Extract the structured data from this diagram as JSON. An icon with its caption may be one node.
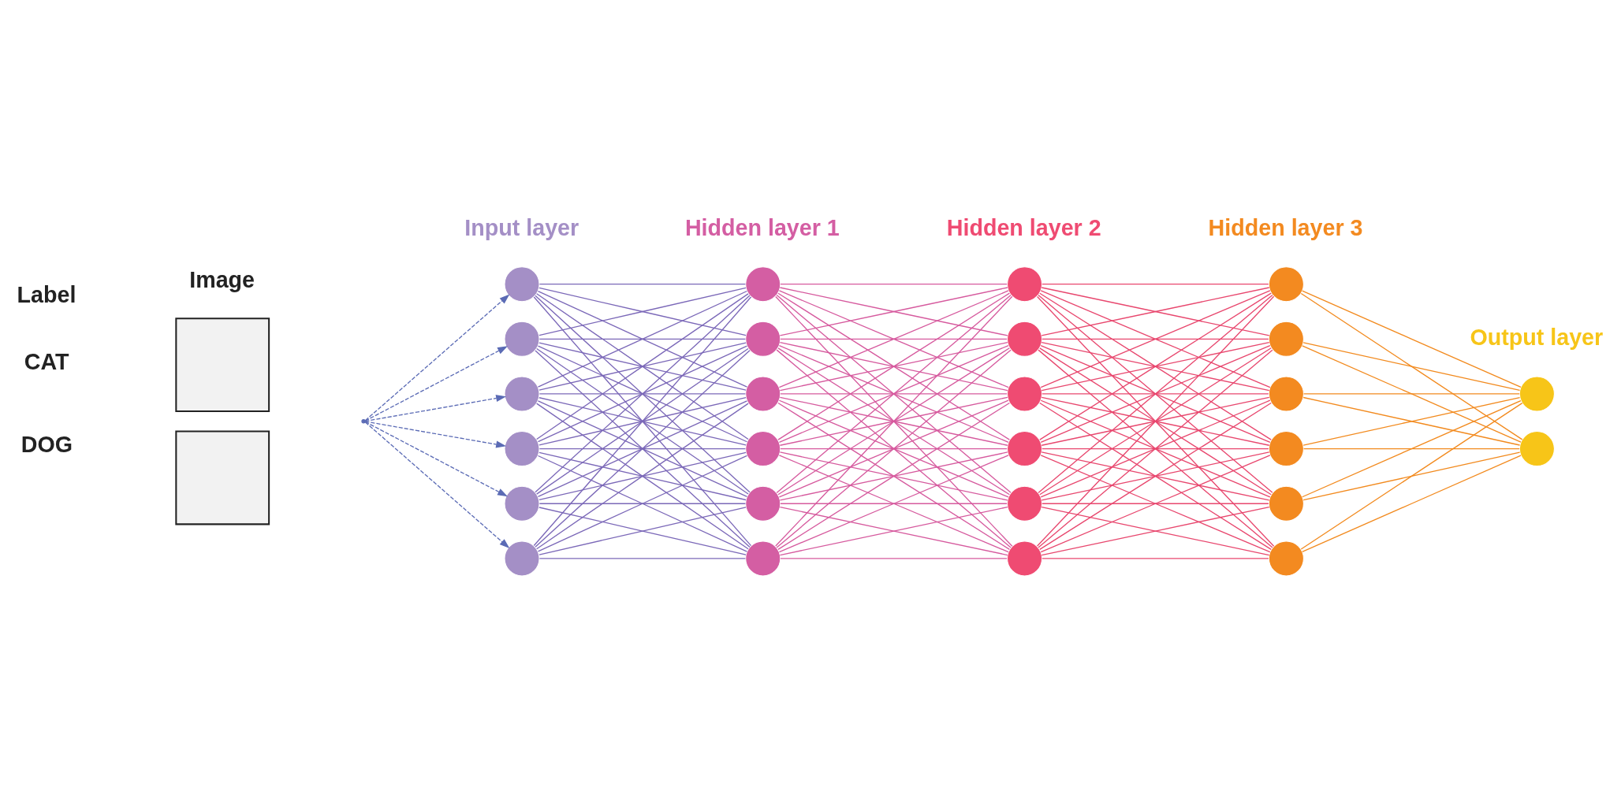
{
  "diagram": {
    "nodes": [
      {
        "text": [],
        "shape": "box"
      },
      {
        "text": [],
        "shape": "box"
      },
      {
        "text": [],
        "shape": "circle"
      },
      {
        "text": [],
        "shape": "circle"
      },
      {
        "text": [],
        "shape": "circle"
      },
      {
        "text": [],
        "shape": "circle"
      },
      {
        "text": [],
        "shape": "circle"
      },
      {
        "text": [],
        "shape": "circle"
      },
      {
        "text": [],
        "shape": "circle"
      },
      {
        "text": [],
        "shape": "circle"
      },
      {
        "text": [],
        "shape": "circle"
      },
      {
        "text": [],
        "shape": "circle"
      },
      {
        "text": [],
        "shape": "circle"
      },
      {
        "text": [],
        "shape": "circle"
      },
      {
        "text": [],
        "shape": "circle"
      },
      {
        "text": [],
        "shape": "circle"
      },
      {
        "text": [],
        "shape": "circle"
      },
      {
        "text": [],
        "shape": "circle"
      },
      {
        "text": [],
        "shape": "circle"
      },
      {
        "text": [],
        "shape": "circle"
      },
      {
        "text": [],
        "shape": "circle"
      },
      {
        "text": [],
        "shape": "circle"
      },
      {
        "text": [],
        "shape": "circle"
      },
      {
        "text": [],
        "shape": "circle"
      },
      {
        "text": [],
        "shape": "circle"
      },
      {
        "text": [],
        "shape": "circle"
      },
      {
        "text": [],
        "shape": "circle"
      },
      {
        "text": [],
        "shape": "circle"
      },
      {
        "text": [],
        "shape": "point"
      }
    ],
    "edges": [
      {
        "from": 28,
        "to": 2,
        "arrow": "to",
        "style": "dashed",
        "color": "#5b6bb5"
      },
      {
        "from": 28,
        "to": 3,
        "arrow": "to",
        "style": "dashed",
        "color": "#5b6bb5"
      },
      {
        "from": 28,
        "to": 4,
        "arrow": "to",
        "style": "dashed",
        "color": "#5b6bb5"
      },
      {
        "from": 28,
        "to": 5,
        "arrow": "to",
        "style": "dashed",
        "color": "#5b6bb5"
      },
      {
        "from": 28,
        "to": 6,
        "arrow": "to",
        "style": "dashed",
        "color": "#5b6bb5"
      },
      {
        "from": 28,
        "to": 7,
        "arrow": "to",
        "style": "dashed",
        "color": "#5b6bb5"
      },
      {
        "from": 2,
        "to": 8,
        "arrow": "none",
        "color": "#7b68b8"
      },
      {
        "from": 2,
        "to": 9,
        "arrow": "none",
        "color": "#7b68b8"
      },
      {
        "from": 2,
        "to": 10,
        "arrow": "none",
        "color": "#7b68b8"
      },
      {
        "from": 2,
        "to": 11,
        "arrow": "none",
        "color": "#7b68b8"
      },
      {
        "from": 2,
        "to": 12,
        "arrow": "none",
        "color": "#7b68b8"
      },
      {
        "from": 2,
        "to": 13,
        "arrow": "none",
        "color": "#7b68b8"
      },
      {
        "from": 3,
        "to": 8,
        "arrow": "none",
        "color": "#7b68b8"
      },
      {
        "from": 3,
        "to": 9,
        "arrow": "none",
        "color": "#7b68b8"
      },
      {
        "from": 3,
        "to": 10,
        "arrow": "none",
        "color": "#7b68b8"
      },
      {
        "from": 3,
        "to": 11,
        "arrow": "none",
        "color": "#7b68b8"
      },
      {
        "from": 3,
        "to": 12,
        "arrow": "none",
        "color": "#7b68b8"
      },
      {
        "from": 3,
        "to": 13,
        "arrow": "none",
        "color": "#7b68b8"
      },
      {
        "from": 4,
        "to": 8,
        "arrow": "none",
        "color": "#7b68b8"
      },
      {
        "from": 4,
        "to": 9,
        "arrow": "none",
        "color": "#7b68b8"
      },
      {
        "from": 4,
        "to": 10,
        "arrow": "none",
        "color": "#7b68b8"
      },
      {
        "from": 4,
        "to": 11,
        "arrow": "none",
        "color": "#7b68b8"
      },
      {
        "from": 4,
        "to": 12,
        "arrow": "none",
        "color": "#7b68b8"
      },
      {
        "from": 4,
        "to": 13,
        "arrow": "none",
        "color": "#7b68b8"
      },
      {
        "from": 5,
        "to": 8,
        "arrow": "none",
        "color": "#7b68b8"
      },
      {
        "from": 5,
        "to": 9,
        "arrow": "none",
        "color": "#7b68b8"
      },
      {
        "from": 5,
        "to": 10,
        "arrow": "none",
        "color": "#7b68b8"
      },
      {
        "from": 5,
        "to": 11,
        "arrow": "none",
        "color": "#7b68b8"
      },
      {
        "from": 5,
        "to": 12,
        "arrow": "none",
        "color": "#7b68b8"
      },
      {
        "from": 5,
        "to": 13,
        "arrow": "none",
        "color": "#7b68b8"
      },
      {
        "from": 6,
        "to": 8,
        "arrow": "none",
        "color": "#7b68b8"
      },
      {
        "from": 6,
        "to": 9,
        "arrow": "none",
        "color": "#7b68b8"
      },
      {
        "from": 6,
        "to": 10,
        "arrow": "none",
        "color": "#7b68b8"
      },
      {
        "from": 6,
        "to": 11,
        "arrow": "none",
        "color": "#7b68b8"
      },
      {
        "from": 6,
        "to": 12,
        "arrow": "none",
        "color": "#7b68b8"
      },
      {
        "from": 6,
        "to": 13,
        "arrow": "none",
        "color": "#7b68b8"
      },
      {
        "from": 7,
        "to": 8,
        "arrow": "none",
        "color": "#7b68b8"
      },
      {
        "from": 7,
        "to": 9,
        "arrow": "none",
        "color": "#7b68b8"
      },
      {
        "from": 7,
        "to": 10,
        "arrow": "none",
        "color": "#7b68b8"
      },
      {
        "from": 7,
        "to": 11,
        "arrow": "none",
        "color": "#7b68b8"
      },
      {
        "from": 7,
        "to": 12,
        "arrow": "none",
        "color": "#7b68b8"
      },
      {
        "from": 7,
        "to": 13,
        "arrow": "none",
        "color": "#7b68b8"
      },
      {
        "from": 8,
        "to": 14,
        "arrow": "none",
        "color": "#d65a9e"
      },
      {
        "from": 8,
        "to": 15,
        "arrow": "none",
        "color": "#d65a9e"
      },
      {
        "from": 8,
        "to": 16,
        "arrow": "none",
        "color": "#d65a9e"
      },
      {
        "from": 8,
        "to": 17,
        "arrow": "none",
        "color": "#d65a9e"
      },
      {
        "from": 8,
        "to": 18,
        "arrow": "none",
        "color": "#d65a9e"
      },
      {
        "from": 8,
        "to": 19,
        "arrow": "none",
        "color": "#d65a9e"
      },
      {
        "from": 9,
        "to": 14,
        "arrow": "none",
        "color": "#d65a9e"
      },
      {
        "from": 9,
        "to": 15,
        "arrow": "none",
        "color": "#d65a9e"
      },
      {
        "from": 9,
        "to": 16,
        "arrow": "none",
        "color": "#d65a9e"
      },
      {
        "from": 9,
        "to": 17,
        "arrow": "none",
        "color": "#d65a9e"
      },
      {
        "from": 9,
        "to": 18,
        "arrow": "none",
        "color": "#d65a9e"
      },
      {
        "from": 9,
        "to": 19,
        "arrow": "none",
        "color": "#d65a9e"
      },
      {
        "from": 10,
        "to": 14,
        "arrow": "none",
        "color": "#d65a9e"
      },
      {
        "from": 10,
        "to": 15,
        "arrow": "none",
        "color": "#d65a9e"
      },
      {
        "from": 10,
        "to": 16,
        "arrow": "none",
        "color": "#d65a9e"
      },
      {
        "from": 10,
        "to": 17,
        "arrow": "none",
        "color": "#d65a9e"
      },
      {
        "from": 10,
        "to": 18,
        "arrow": "none",
        "color": "#d65a9e"
      },
      {
        "from": 10,
        "to": 19,
        "arrow": "none",
        "color": "#d65a9e"
      },
      {
        "from": 11,
        "to": 14,
        "arrow": "none",
        "color": "#d65a9e"
      },
      {
        "from": 11,
        "to": 15,
        "arrow": "none",
        "color": "#d65a9e"
      },
      {
        "from": 11,
        "to": 16,
        "arrow": "none",
        "color": "#d65a9e"
      },
      {
        "from": 11,
        "to": 17,
        "arrow": "none",
        "color": "#d65a9e"
      },
      {
        "from": 11,
        "to": 18,
        "arrow": "none",
        "color": "#d65a9e"
      },
      {
        "from": 11,
        "to": 19,
        "arrow": "none",
        "color": "#d65a9e"
      },
      {
        "from": 12,
        "to": 14,
        "arrow": "none",
        "color": "#d65a9e"
      },
      {
        "from": 12,
        "to": 15,
        "arrow": "none",
        "color": "#d65a9e"
      },
      {
        "from": 12,
        "to": 16,
        "arrow": "none",
        "color": "#d65a9e"
      },
      {
        "from": 12,
        "to": 17,
        "arrow": "none",
        "color": "#d65a9e"
      },
      {
        "from": 12,
        "to": 18,
        "arrow": "none",
        "color": "#d65a9e"
      },
      {
        "from": 12,
        "to": 19,
        "arrow": "none",
        "color": "#d65a9e"
      },
      {
        "from": 13,
        "to": 14,
        "arrow": "none",
        "color": "#d65a9e"
      },
      {
        "from": 13,
        "to": 15,
        "arrow": "none",
        "color": "#d65a9e"
      },
      {
        "from": 13,
        "to": 16,
        "arrow": "none",
        "color": "#d65a9e"
      },
      {
        "from": 13,
        "to": 17,
        "arrow": "none",
        "color": "#d65a9e"
      },
      {
        "from": 13,
        "to": 18,
        "arrow": "none",
        "color": "#d65a9e"
      },
      {
        "from": 13,
        "to": 19,
        "arrow": "none",
        "color": "#d65a9e"
      },
      {
        "from": 14,
        "to": 20,
        "arrow": "none",
        "color": "#e8476e"
      },
      {
        "from": 14,
        "to": 21,
        "arrow": "none",
        "color": "#e8476e"
      },
      {
        "from": 14,
        "to": 22,
        "arrow": "none",
        "color": "#e8476e"
      },
      {
        "from": 14,
        "to": 23,
        "arrow": "none",
        "color": "#e8476e"
      },
      {
        "from": 14,
        "to": 24,
        "arrow": "none",
        "color": "#e8476e"
      },
      {
        "from": 14,
        "to": 25,
        "arrow": "none",
        "color": "#e8476e"
      },
      {
        "from": 15,
        "to": 20,
        "arrow": "none",
        "color": "#e8476e"
      },
      {
        "from": 15,
        "to": 21,
        "arrow": "none",
        "color": "#e8476e"
      },
      {
        "from": 15,
        "to": 22,
        "arrow": "none",
        "color": "#e8476e"
      },
      {
        "from": 15,
        "to": 23,
        "arrow": "none",
        "color": "#e8476e"
      },
      {
        "from": 15,
        "to": 24,
        "arrow": "none",
        "color": "#e8476e"
      },
      {
        "from": 15,
        "to": 25,
        "arrow": "none",
        "color": "#e8476e"
      },
      {
        "from": 16,
        "to": 20,
        "arrow": "none",
        "color": "#e8476e"
      },
      {
        "from": 16,
        "to": 21,
        "arrow": "none",
        "color": "#e8476e"
      },
      {
        "from": 16,
        "to": 22,
        "arrow": "none",
        "color": "#e8476e"
      },
      {
        "from": 16,
        "to": 23,
        "arrow": "none",
        "color": "#e8476e"
      },
      {
        "from": 16,
        "to": 24,
        "arrow": "none",
        "color": "#e8476e"
      },
      {
        "from": 16,
        "to": 25,
        "arrow": "none",
        "color": "#e8476e"
      },
      {
        "from": 17,
        "to": 20,
        "arrow": "none",
        "color": "#e8476e"
      },
      {
        "from": 17,
        "to": 21,
        "arrow": "none",
        "color": "#e8476e"
      },
      {
        "from": 17,
        "to": 22,
        "arrow": "none",
        "color": "#e8476e"
      },
      {
        "from": 17,
        "to": 23,
        "arrow": "none",
        "color": "#e8476e"
      },
      {
        "from": 17,
        "to": 24,
        "arrow": "none",
        "color": "#e8476e"
      },
      {
        "from": 17,
        "to": 25,
        "arrow": "none",
        "color": "#e8476e"
      },
      {
        "from": 18,
        "to": 20,
        "arrow": "none",
        "color": "#e8476e"
      },
      {
        "from": 18,
        "to": 21,
        "arrow": "none",
        "color": "#e8476e"
      },
      {
        "from": 18,
        "to": 22,
        "arrow": "none",
        "color": "#e8476e"
      },
      {
        "from": 18,
        "to": 23,
        "arrow": "none",
        "color": "#e8476e"
      },
      {
        "from": 18,
        "to": 24,
        "arrow": "none",
        "color": "#e8476e"
      },
      {
        "from": 18,
        "to": 25,
        "arrow": "none",
        "color": "#e8476e"
      },
      {
        "from": 19,
        "to": 20,
        "arrow": "none",
        "color": "#e8476e"
      },
      {
        "from": 19,
        "to": 21,
        "arrow": "none",
        "color": "#e8476e"
      },
      {
        "from": 19,
        "to": 22,
        "arrow": "none",
        "color": "#e8476e"
      },
      {
        "from": 19,
        "to": 23,
        "arrow": "none",
        "color": "#e8476e"
      },
      {
        "from": 19,
        "to": 24,
        "arrow": "none",
        "color": "#e8476e"
      },
      {
        "from": 19,
        "to": 25,
        "arrow": "none",
        "color": "#e8476e"
      },
      {
        "from": 20,
        "to": 26,
        "arrow": "none",
        "color": "#f28a1e"
      },
      {
        "from": 20,
        "to": 27,
        "arrow": "none",
        "color": "#f28a1e"
      },
      {
        "from": 21,
        "to": 26,
        "arrow": "none",
        "color": "#f28a1e"
      },
      {
        "from": 21,
        "to": 27,
        "arrow": "none",
        "color": "#f28a1e"
      },
      {
        "from": 22,
        "to": 26,
        "arrow": "none",
        "color": "#f28a1e"
      },
      {
        "from": 22,
        "to": 27,
        "arrow": "none",
        "color": "#f28a1e"
      },
      {
        "from": 23,
        "to": 26,
        "arrow": "none",
        "color": "#f28a1e"
      },
      {
        "from": 23,
        "to": 27,
        "arrow": "none",
        "color": "#f28a1e"
      },
      {
        "from": 24,
        "to": 26,
        "arrow": "none",
        "color": "#f28a1e"
      },
      {
        "from": 24,
        "to": 27,
        "arrow": "none",
        "color": "#f28a1e"
      },
      {
        "from": 25,
        "to": 26,
        "arrow": "none",
        "color": "#f28a1e"
      },
      {
        "from": 25,
        "to": 27,
        "arrow": "none",
        "color": "#f28a1e"
      }
    ],
    "labels": [
      "Label",
      "Image",
      "Input layer",
      "Hidden layer 1",
      "Hidden layer 2",
      "Hidden layer 3",
      "Output layer",
      "CAT",
      "DOG"
    ]
  }
}
